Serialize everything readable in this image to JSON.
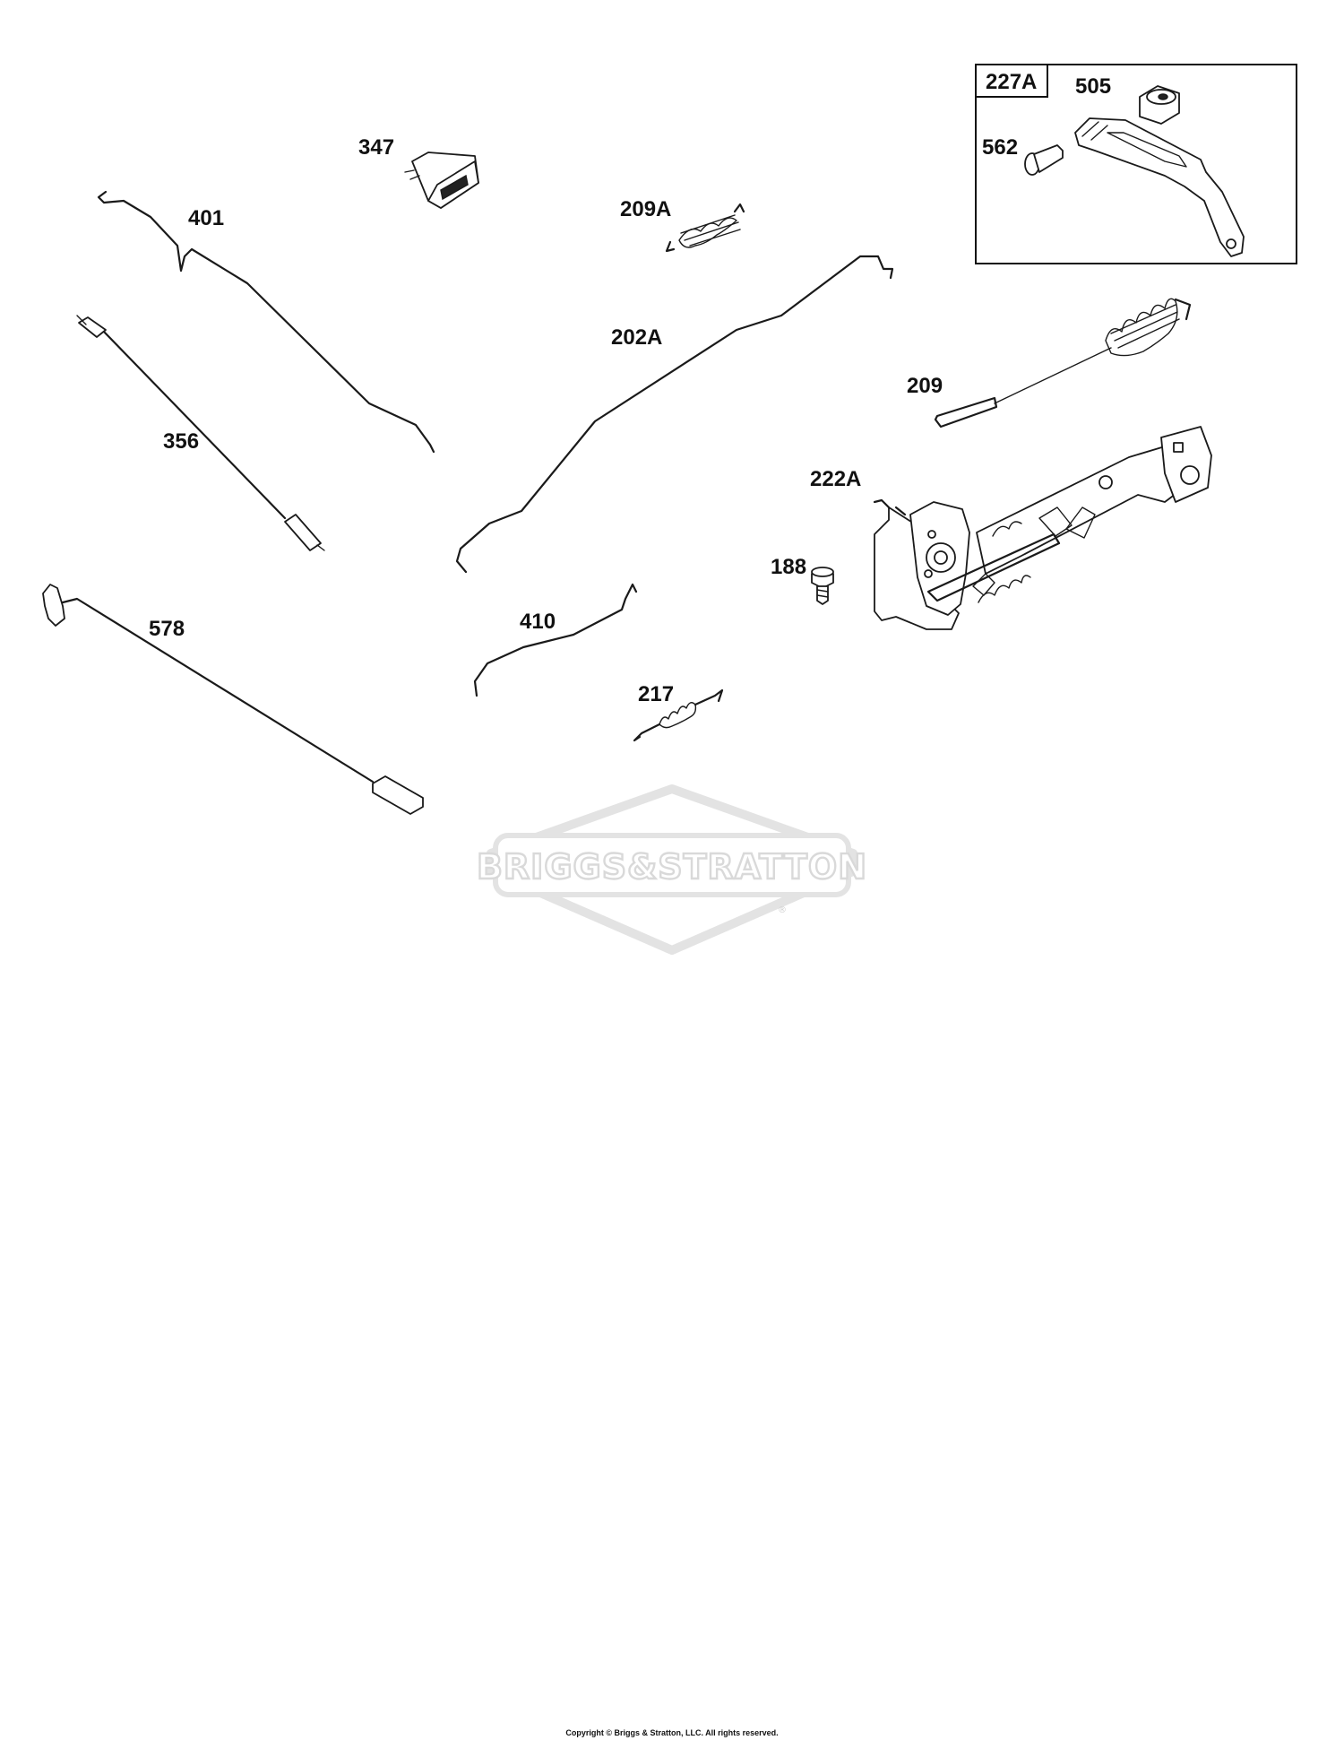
{
  "parts": {
    "p347": "347",
    "p401": "401",
    "p209A": "209A",
    "p202A": "202A",
    "p227A": "227A",
    "p505": "505",
    "p562": "562",
    "p209": "209",
    "p356": "356",
    "p222A": "222A",
    "p188": "188",
    "p578": "578",
    "p410": "410",
    "p217": "217"
  },
  "watermark": {
    "brand": "BRIGGS&STRATTON",
    "registered": "®"
  },
  "footer": {
    "copyright": "Copyright © Briggs & Stratton, LLC. All rights reserved."
  }
}
